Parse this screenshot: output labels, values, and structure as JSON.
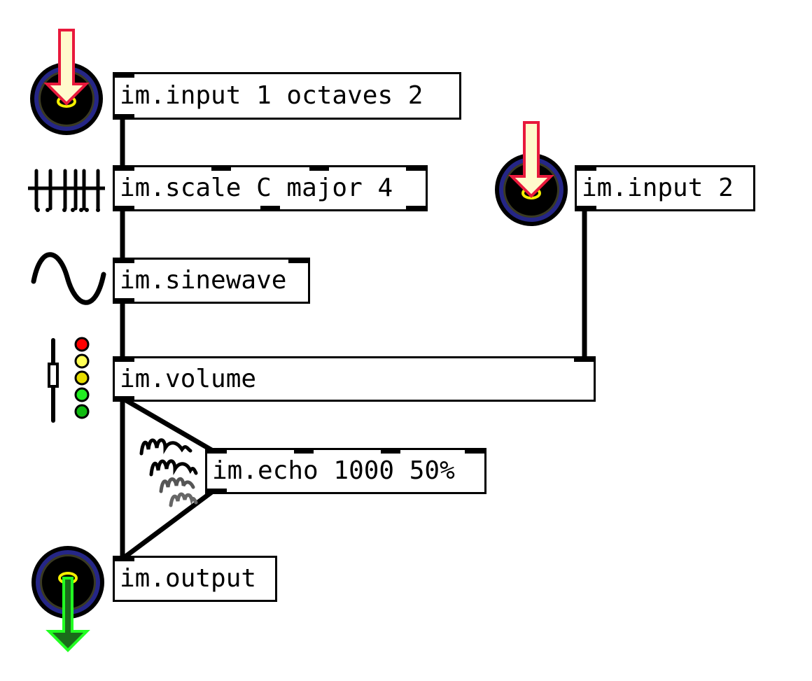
{
  "patch": {
    "objects": {
      "input1": {
        "label": "im.input 1 octaves 2"
      },
      "scale": {
        "label": "im.scale C major 4"
      },
      "input2": {
        "label": "im.input 2"
      },
      "sinewave": {
        "label": "im.sinewave"
      },
      "volume": {
        "label": "im.volume"
      },
      "echo": {
        "label": "im.echo 1000 50%"
      },
      "output": {
        "label": "im.output"
      }
    },
    "colors": {
      "cable": "#000000",
      "speaker_ring": "#252687",
      "input_arrow_fill": "#fffacc",
      "input_arrow_stroke": "#e8193c",
      "output_arrow_fill": "#1a6b1a",
      "output_arrow_stroke": "#22ff22",
      "meter": [
        "#ff0000",
        "#ffff55",
        "#e6dd00",
        "#22ee22",
        "#11bb11"
      ]
    },
    "icons": [
      "mic-input-icon",
      "piano-scale-icon",
      "sinewave-icon",
      "volume-meter-icon",
      "echo-icon",
      "speaker-output-icon"
    ]
  }
}
